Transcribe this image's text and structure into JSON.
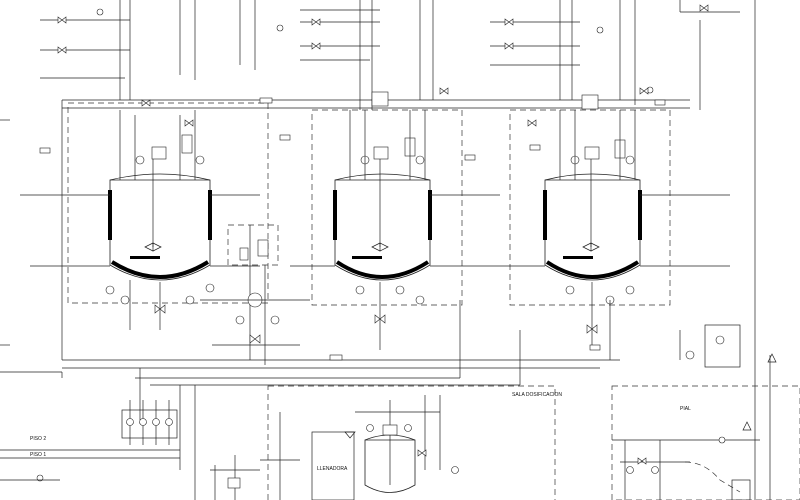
{
  "diagram": {
    "area_labels": {
      "dosing_room": "SALA DOSIFICACION",
      "filler": "LLENADORA",
      "floor_2": "PISO 2",
      "floor_1": "PISO 1",
      "right_box": "PIAL"
    },
    "tanks": [
      {
        "id": "tank-1",
        "inlet_tag": "",
        "outlet_tag": ""
      },
      {
        "id": "tank-2",
        "inlet_tag": "",
        "outlet_tag": ""
      },
      {
        "id": "tank-3",
        "inlet_tag": "",
        "outlet_tag": ""
      }
    ],
    "colors": {
      "line": "#222222",
      "jacket": "#000000",
      "background": "#ffffff"
    }
  }
}
